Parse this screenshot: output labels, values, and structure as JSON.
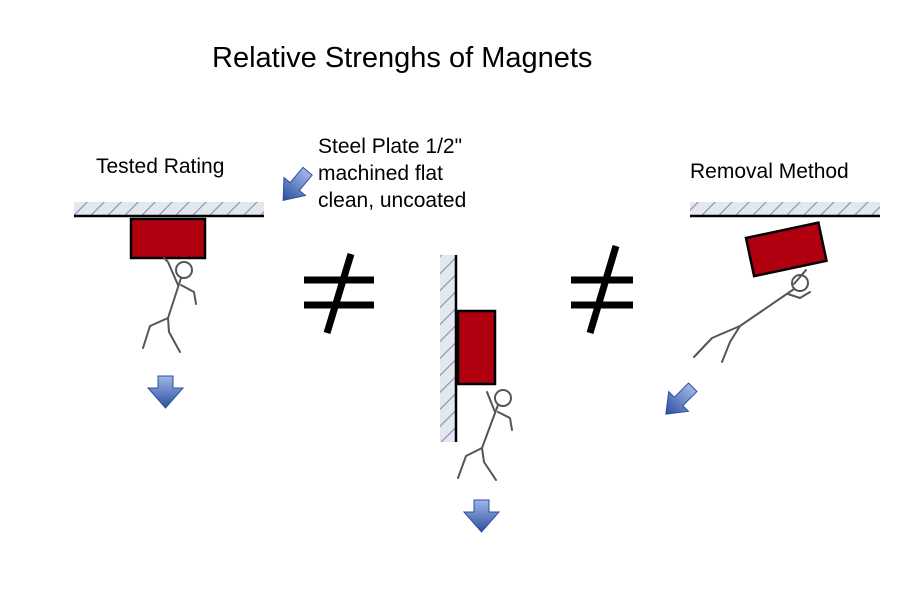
{
  "title": "Relative Strenghs of Magnets",
  "labels": {
    "tested_rating": "Tested Rating",
    "removal_method": "Removal Method",
    "steel_plate": [
      "Steel Plate 1/2\"",
      "machined flat",
      "clean, uncoated"
    ]
  },
  "colors": {
    "magnet": "#b00010",
    "plate_hatch": "#7f8fc0",
    "arrow": "#3a5fb0",
    "figure": "#555555"
  },
  "icons": [
    "not-equal-icon",
    "down-arrow-icon",
    "stick-figure-icon"
  ]
}
